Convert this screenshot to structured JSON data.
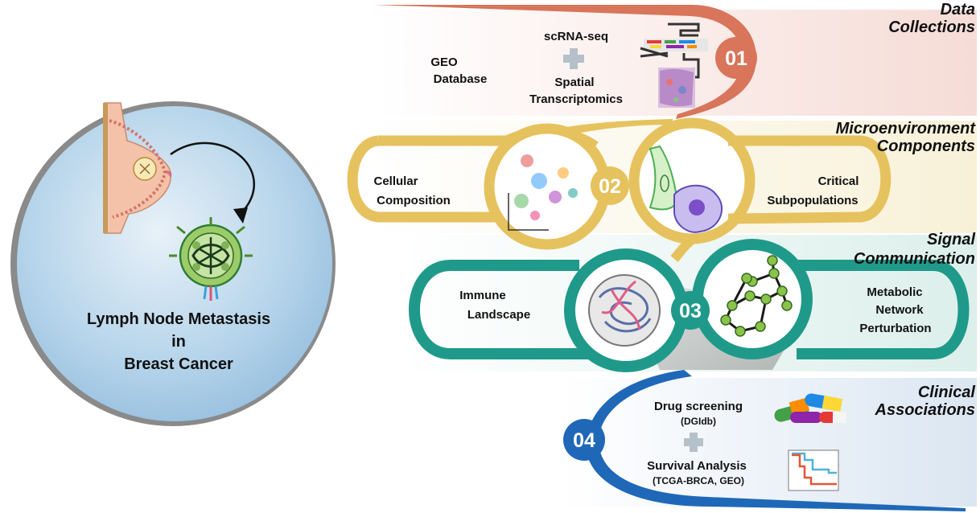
{
  "left_panel": {
    "title_line1": "Lymph Node Metastasis",
    "title_line2": "in",
    "title_line3": "Breast Cancer"
  },
  "steps": [
    {
      "number": "01",
      "title_line1": "Data",
      "title_line2": "Collections",
      "color": "#d8755a",
      "labels": {
        "geo_line1": "GEO",
        "geo_line2": "Database",
        "scrna": "scRNA-seq",
        "spatial_line1": "Spatial",
        "spatial_line2": "Transcriptomics"
      }
    },
    {
      "number": "02",
      "title_line1": "Microenvironment",
      "title_line2": "Components",
      "color": "#e6c25e",
      "labels": {
        "cellular_line1": "Cellular",
        "cellular_line2": "Composition",
        "critical_line1": "Critical",
        "critical_line2": "Subpopulations"
      }
    },
    {
      "number": "03",
      "title_line1": "Signal",
      "title_line2": "Communication",
      "color": "#1f9a8a",
      "labels": {
        "immune_line1": "Immune",
        "immune_line2": "Landscape",
        "metabolic_line1": "Metabolic",
        "metabolic_line2": "Network",
        "metabolic_line3": "Perturbation"
      }
    },
    {
      "number": "04",
      "title_line1": "Clinical",
      "title_line2": "Associations",
      "color": "#1f68b8",
      "labels": {
        "drug": "Drug screening",
        "drug_sub": "(DGIdb)",
        "survival": "Survival Analysis",
        "survival_sub": "(TCGA-BRCA, GEO)"
      }
    }
  ],
  "icons": {
    "plus": "plus-icon",
    "breast": "breast-anatomy-icon",
    "lymph_node": "lymph-node-icon",
    "sequencing": "sequencing-icon",
    "tissue": "spatial-tissue-icon",
    "umap": "umap-cluster-icon",
    "cells": "cell-subpopulation-icon",
    "immune": "immune-network-icon",
    "metabolic": "metabolic-network-icon",
    "pills": "drug-pills-icon",
    "km": "survival-curve-icon"
  }
}
